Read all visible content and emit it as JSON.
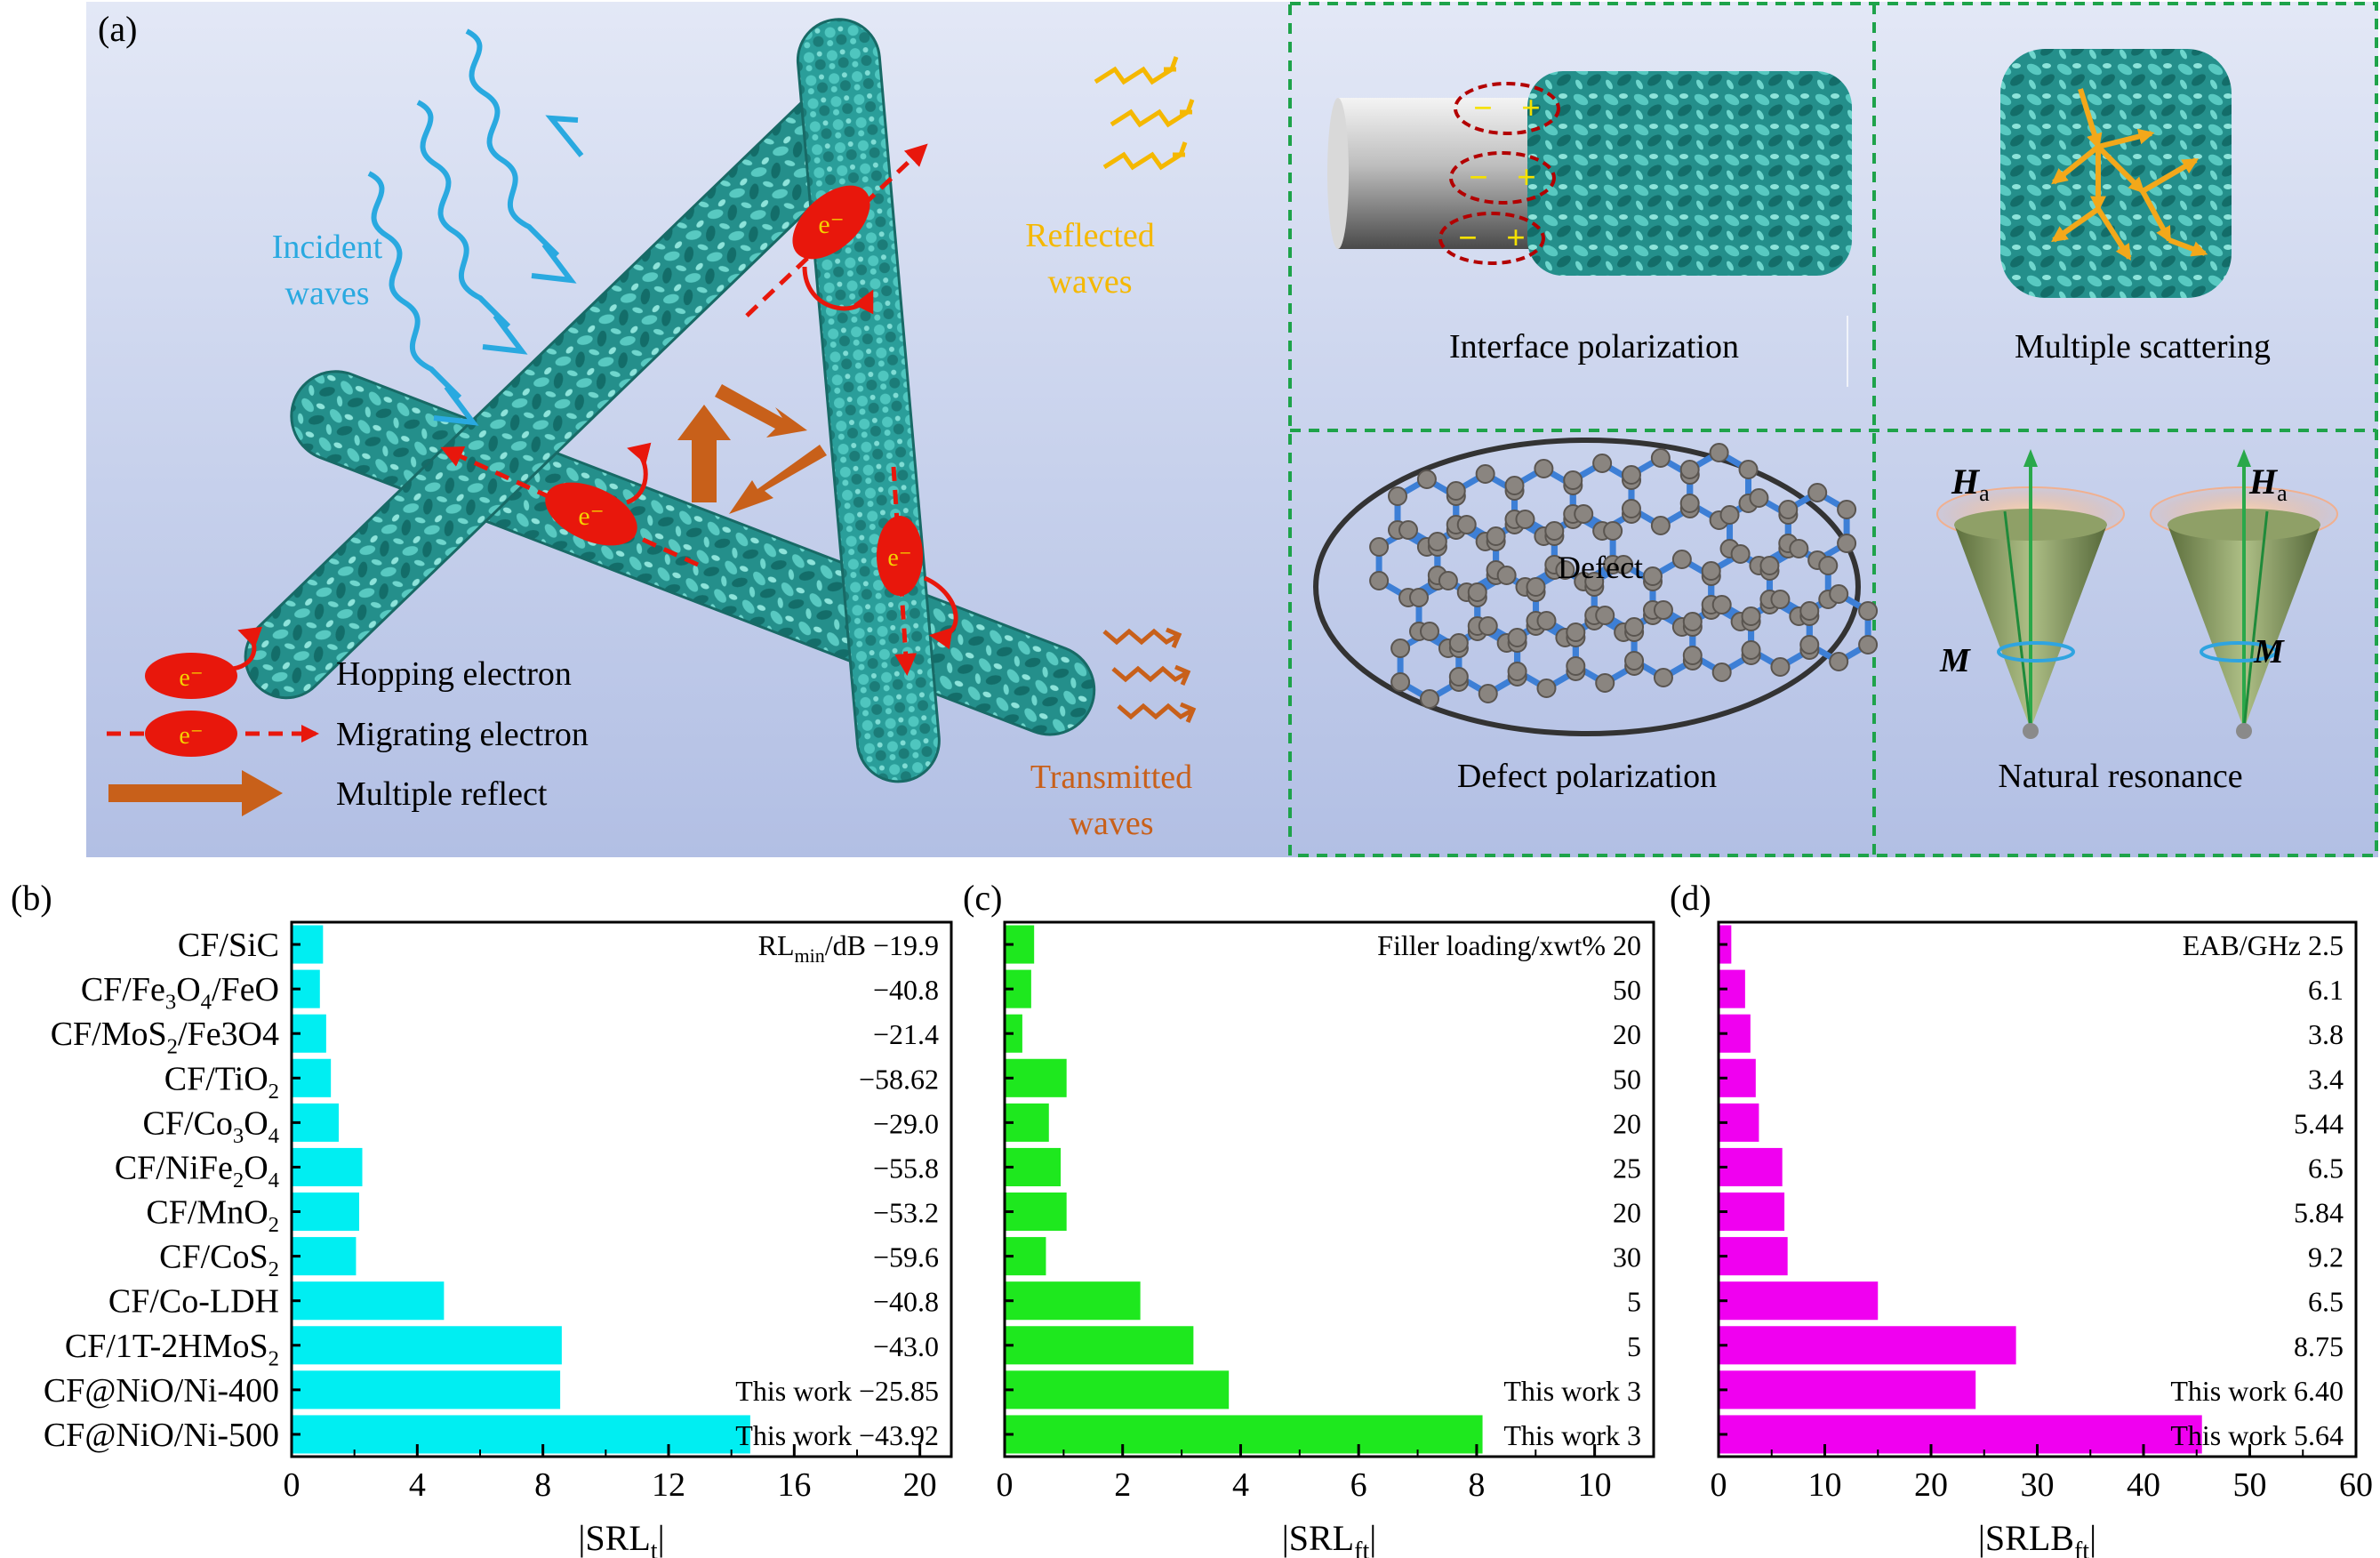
{
  "panel_a": {
    "label": "(a)",
    "incident": [
      "Incident",
      "waves"
    ],
    "reflected": [
      "Reflected",
      "waves"
    ],
    "transmitted": [
      "Transmitted",
      "waves"
    ],
    "electron_symbol": "e⁻",
    "legend": [
      "Hopping electron",
      "Migrating electron",
      "Multiple reflect"
    ],
    "mechanisms": {
      "interface": "Interface polarization",
      "scattering": "Multiple scattering",
      "defect": "Defect polarization",
      "defect_tag": "Defect",
      "resonance": "Natural resonance",
      "ha_main": "H",
      "ha_sub": "a",
      "m": "M",
      "minus": "−",
      "plus": "+"
    },
    "colors": {
      "incident": "#29a9e0",
      "reflected": "#f5b800",
      "transmitted": "#c8601a",
      "electron": "#e8170c",
      "fiber": "#2a9e9a",
      "frame": "#1ea34a"
    }
  },
  "chart_data": [
    {
      "type": "bar",
      "orientation": "horizontal",
      "panel_label": "(b)",
      "categories": [
        "CF/SiC",
        "CF/Fe3O4/FeO",
        "CF/MoS2/Fe3O4",
        "CF/TiO2",
        "CF/Co3O4",
        "CF/NiFe2O4",
        "CF/MnO2",
        "CF/CoS2",
        "CF/Co-LDH",
        "CF/1T-2HMoS2",
        "CF@NiO/Ni-400",
        "CF@NiO/Ni-500"
      ],
      "values": [
        1.0,
        0.9,
        1.1,
        1.25,
        1.5,
        2.25,
        2.15,
        2.05,
        4.85,
        8.6,
        8.55,
        14.6
      ],
      "annotation_header": {
        "main": "RL",
        "sub": "min",
        "tail": "/dB",
        "value": "−19.9"
      },
      "annotations": [
        "−19.9",
        "−40.8",
        "−21.4",
        "−58.62",
        "−29.0",
        "−55.8",
        "−53.2",
        "−59.6",
        "−40.8",
        "−43.0",
        "This work −25.85",
        "This work −43.92"
      ],
      "xlabel": {
        "main": "|SRL",
        "sub": "t",
        "tail": "|"
      },
      "xlim": [
        0,
        21
      ],
      "xticks": [
        "0",
        "4",
        "8",
        "12",
        "16",
        "20"
      ],
      "color": "#00eef2"
    },
    {
      "type": "bar",
      "orientation": "horizontal",
      "panel_label": "(c)",
      "categories": [
        "CF/SiC",
        "CF/Fe3O4/FeO",
        "CF/MoS2/Fe3O4",
        "CF/TiO2",
        "CF/Co3O4",
        "CF/NiFe2O4",
        "CF/MnO2",
        "CF/CoS2",
        "CF/Co-LDH",
        "CF/1T-2HMoS2",
        "CF@NiO/Ni-400",
        "CF@NiO/Ni-500"
      ],
      "values": [
        0.5,
        0.45,
        0.3,
        1.05,
        0.75,
        0.95,
        1.05,
        0.7,
        2.3,
        3.2,
        3.8,
        8.1
      ],
      "annotation_header": {
        "main": "Filler loading/xwt%",
        "sub": "",
        "tail": "",
        "value": "20"
      },
      "annotations": [
        "20",
        "50",
        "20",
        "50",
        "20",
        "25",
        "20",
        "30",
        "5",
        "5",
        "This work 3",
        "This work 3"
      ],
      "xlabel": {
        "main": "|SRL",
        "sub": "ft",
        "tail": "|"
      },
      "xlim": [
        0,
        11
      ],
      "xticks": [
        "0",
        "2",
        "4",
        "6",
        "8",
        "10"
      ],
      "color": "#1ee81e"
    },
    {
      "type": "bar",
      "orientation": "horizontal",
      "panel_label": "(d)",
      "categories": [
        "CF/SiC",
        "CF/Fe3O4/FeO",
        "CF/MoS2/Fe3O4",
        "CF/TiO2",
        "CF/Co3O4",
        "CF/NiFe2O4",
        "CF/MnO2",
        "CF/CoS2",
        "CF/Co-LDH",
        "CF/1T-2HMoS2",
        "CF@NiO/Ni-400",
        "CF@NiO/Ni-500"
      ],
      "values": [
        1.2,
        2.5,
        3.0,
        3.5,
        3.8,
        6.0,
        6.2,
        6.5,
        15.0,
        28.0,
        24.2,
        45.5
      ],
      "annotation_header": {
        "main": "EAB/GHz",
        "sub": "",
        "tail": "",
        "value": "2.5"
      },
      "annotations": [
        "2.5",
        "6.1",
        "3.8",
        "3.4",
        "5.44",
        "6.5",
        "5.84",
        "9.2",
        "6.5",
        "8.75",
        "This work 6.40",
        "This work 5.64"
      ],
      "xlabel": {
        "main": "|SRLB",
        "sub": "ft",
        "tail": "|"
      },
      "xlim": [
        0,
        60
      ],
      "xticks": [
        "0",
        "10",
        "20",
        "30",
        "40",
        "50",
        "60"
      ],
      "color": "#f000f0"
    }
  ],
  "category_labels": [
    {
      "t": "CF/SiC",
      "parts": [
        [
          "CF/SiC",
          ""
        ]
      ]
    },
    {
      "t": "CF/Fe3O4/FeO",
      "parts": [
        [
          "CF/Fe",
          ""
        ],
        [
          "3",
          "sub"
        ],
        [
          "O",
          ""
        ],
        [
          "4",
          "sub"
        ],
        [
          "/FeO",
          ""
        ]
      ]
    },
    {
      "t": "CF/MoS2/Fe3O4",
      "parts": [
        [
          "CF/MoS",
          ""
        ],
        [
          "2",
          "sub"
        ],
        [
          "/Fe3O4",
          ""
        ]
      ]
    },
    {
      "t": "CF/TiO2",
      "parts": [
        [
          "CF/TiO",
          ""
        ],
        [
          "2",
          "sub"
        ]
      ]
    },
    {
      "t": "CF/Co3O4",
      "parts": [
        [
          "CF/Co",
          ""
        ],
        [
          "3",
          "sub"
        ],
        [
          "O",
          ""
        ],
        [
          "4",
          "sub"
        ]
      ]
    },
    {
      "t": "CF/NiFe2O4",
      "parts": [
        [
          "CF/NiFe",
          ""
        ],
        [
          "2",
          "sub"
        ],
        [
          "O",
          ""
        ],
        [
          "4",
          "sub"
        ]
      ]
    },
    {
      "t": "CF/MnO2",
      "parts": [
        [
          "CF/MnO",
          ""
        ],
        [
          "2",
          "sub"
        ]
      ]
    },
    {
      "t": "CF/CoS2",
      "parts": [
        [
          "CF/CoS",
          ""
        ],
        [
          "2",
          "sub"
        ]
      ]
    },
    {
      "t": "CF/Co-LDH",
      "parts": [
        [
          "CF/Co-LDH",
          ""
        ]
      ]
    },
    {
      "t": "CF/1T-2HMoS2",
      "parts": [
        [
          "CF/1T-2HMoS",
          ""
        ],
        [
          "2",
          "sub"
        ]
      ]
    },
    {
      "t": "CF@NiO/Ni-400",
      "parts": [
        [
          "CF@NiO/Ni-400",
          ""
        ]
      ]
    },
    {
      "t": "CF@NiO/Ni-500",
      "parts": [
        [
          "CF@NiO/Ni-500",
          ""
        ]
      ]
    }
  ]
}
